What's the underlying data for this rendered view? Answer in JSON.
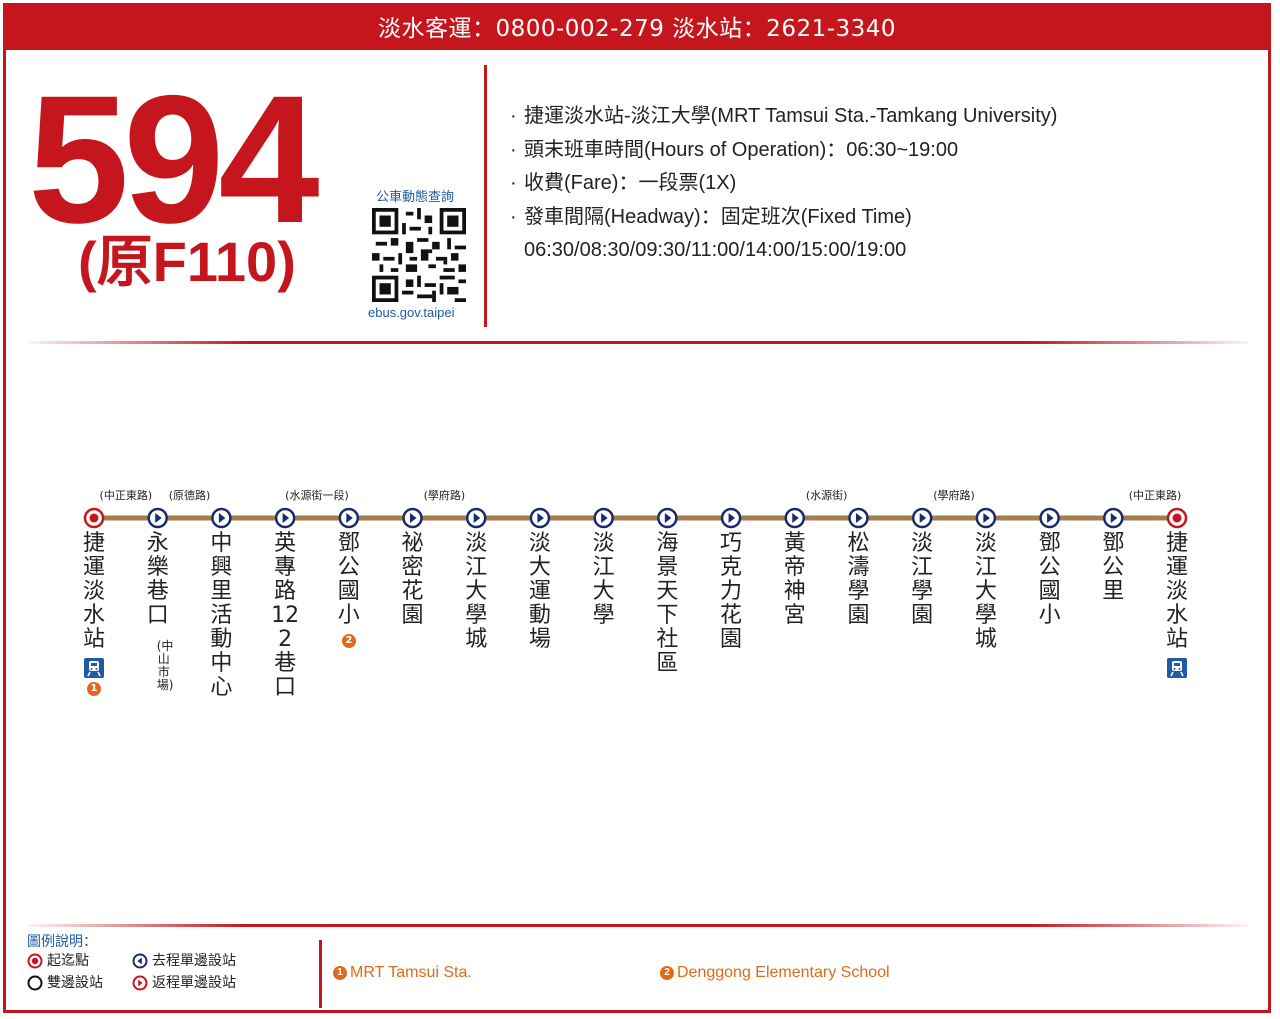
{
  "header": {
    "contact": "淡水客運：0800-002-279 淡水站：2621-3340"
  },
  "route": {
    "number": "594",
    "old_number": "(原F110)"
  },
  "qr": {
    "label": "公車動態查詢",
    "url": "ebus.gov.taipei"
  },
  "info": {
    "lines": [
      "捷運淡水站-淡江大學(MRT Tamsui Sta.-Tamkang University)",
      "頭末班車時間(Hours of Operation)：06:30~19:00",
      "收費(Fare)：一段票(1X)",
      "發車間隔(Headway)：固定班次(Fixed Time)"
    ],
    "times": "06:30/08:30/09:30/11:00/14:00/15:00/19:00"
  },
  "stops": [
    {
      "name": "捷運淡水站",
      "sub": "",
      "type": "terminal",
      "mrt": true,
      "badge": "1"
    },
    {
      "name": "永樂巷口",
      "sub": "(中正東路)",
      "type": "outbound",
      "paren": "(中山市場)"
    },
    {
      "name": "中興里活動中心",
      "sub": "(原德路)",
      "type": "outbound"
    },
    {
      "name": "英專路122巷口",
      "sub": "",
      "type": "outbound"
    },
    {
      "name": "鄧公國小",
      "sub": "(水源街一段)",
      "type": "outbound",
      "badge": "2"
    },
    {
      "name": "祕密花園",
      "sub": "",
      "type": "outbound"
    },
    {
      "name": "淡江大學城",
      "sub": "(學府路)",
      "type": "outbound"
    },
    {
      "name": "淡大運動場",
      "sub": "",
      "type": "outbound"
    },
    {
      "name": "淡江大學",
      "sub": "",
      "type": "outbound"
    },
    {
      "name": "海景天下社區",
      "sub": "",
      "type": "outbound"
    },
    {
      "name": "巧克力花園",
      "sub": "",
      "type": "outbound"
    },
    {
      "name": "黃帝神宮",
      "sub": "",
      "type": "outbound"
    },
    {
      "name": "松濤學園",
      "sub": "(水源街)",
      "type": "outbound"
    },
    {
      "name": "淡江學園",
      "sub": "",
      "type": "outbound"
    },
    {
      "name": "淡江大學城",
      "sub": "(學府路)",
      "type": "outbound"
    },
    {
      "name": "鄧公國小",
      "sub": "",
      "type": "outbound"
    },
    {
      "name": "鄧公里",
      "sub": "",
      "type": "outbound"
    },
    {
      "name": "捷運淡水站",
      "sub": "(中正東路)",
      "type": "terminal",
      "mrt": true
    }
  ],
  "legend": {
    "title": "圖例說明：",
    "items": [
      {
        "label": "起迄點",
        "icon": "terminal-icon"
      },
      {
        "label": "雙邊設站",
        "icon": "both-sides-icon"
      },
      {
        "label": "去程單邊設站",
        "icon": "outbound-icon"
      },
      {
        "label": "返程單邊設站",
        "icon": "inbound-icon"
      }
    ]
  },
  "notes": [
    {
      "num": "1",
      "text": "MRT Tamsui Sta."
    },
    {
      "num": "2",
      "text": "Denggong Elementary School"
    }
  ],
  "colors": {
    "red": "#c4161c",
    "navy": "#1a2b6d",
    "brown": "#a47d4d",
    "orange": "#e06a1a",
    "blue": "#1f5aa6"
  }
}
